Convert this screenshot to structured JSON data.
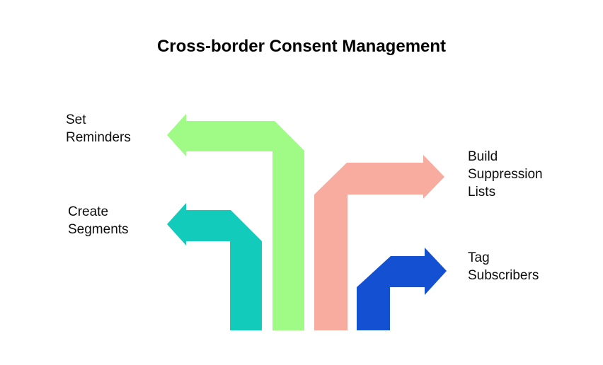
{
  "title": "Cross-border Consent Management",
  "steps": [
    {
      "id": "set-reminders",
      "label": "Set\nReminders",
      "color": "#9FFB85",
      "direction": "left"
    },
    {
      "id": "create-segments",
      "label": "Create\nSegments",
      "color": "#13CBBA",
      "direction": "left"
    },
    {
      "id": "build-suppression-lists",
      "label": "Build\nSuppression\nLists",
      "color": "#F8AB9F",
      "direction": "right"
    },
    {
      "id": "tag-subscribers",
      "label": "Tag\nSubscribers",
      "color": "#1450D2",
      "direction": "right"
    }
  ],
  "background_color": "#FFFFFF",
  "text_color": "#000000"
}
